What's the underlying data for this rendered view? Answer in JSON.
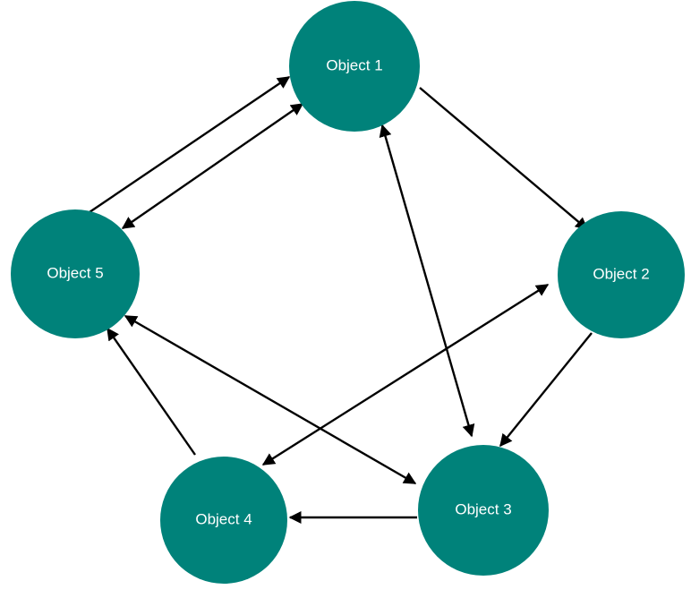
{
  "colors": {
    "node_fill": "#00827a",
    "edge": "#000000",
    "label": "#ffffff",
    "background": "#ffffff"
  },
  "nodes": [
    {
      "id": "object1",
      "label": "Object 1"
    },
    {
      "id": "object2",
      "label": "Object 2"
    },
    {
      "id": "object3",
      "label": "Object 3"
    },
    {
      "id": "object4",
      "label": "Object 4"
    },
    {
      "id": "object5",
      "label": "Object 5"
    }
  ],
  "edges": [
    {
      "from": "object1",
      "to": "object2",
      "direction": "forward"
    },
    {
      "from": "object2",
      "to": "object3",
      "direction": "forward"
    },
    {
      "from": "object3",
      "to": "object4",
      "direction": "forward"
    },
    {
      "from": "object4",
      "to": "object5",
      "direction": "forward"
    },
    {
      "from": "object5",
      "to": "object1",
      "direction": "forward"
    },
    {
      "from": "object5",
      "to": "object1",
      "direction": "both"
    },
    {
      "from": "object1",
      "to": "object3",
      "direction": "both"
    },
    {
      "from": "object5",
      "to": "object3",
      "direction": "both"
    },
    {
      "from": "object2",
      "to": "object4",
      "direction": "both"
    }
  ]
}
